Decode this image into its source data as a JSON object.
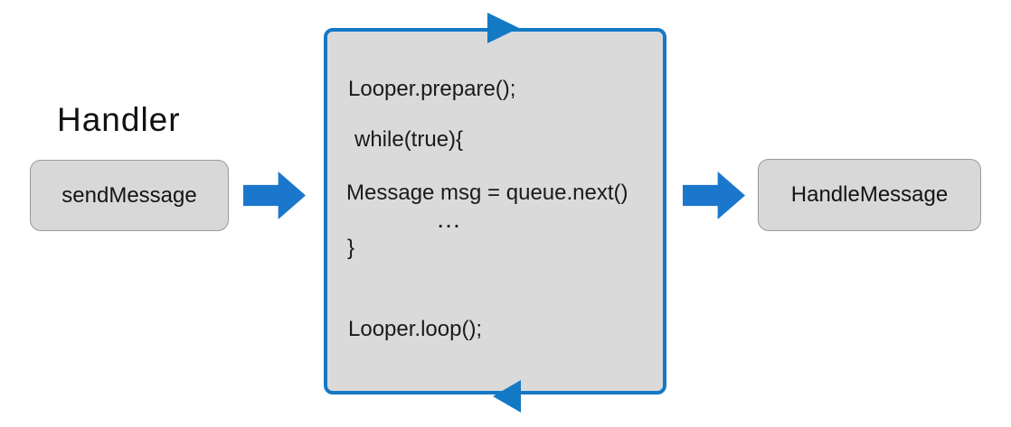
{
  "diagram": {
    "title": "Handler",
    "nodes": {
      "send_message": {
        "label": "sendMessage"
      },
      "handle_message": {
        "label": "HandleMessage"
      },
      "looper_box": {
        "code_lines": [
          "Looper.prepare();",
          "while(true){",
          "Message msg = queue.next()",
          "…",
          "}",
          "Looper.loop();"
        ]
      }
    },
    "arrows": {
      "send_to_looper": "right",
      "looper_to_handle": "right",
      "loop_top": "right",
      "loop_bottom": "left"
    },
    "colors": {
      "arrow_blue": "#1b77cb",
      "loop_border_blue": "#1479c5",
      "node_fill": "#d8d8d8",
      "node_border": "#9a9a9a",
      "code_box_fill": "#dadada",
      "text": "#1a1a1a",
      "background": "#ffffff"
    }
  }
}
